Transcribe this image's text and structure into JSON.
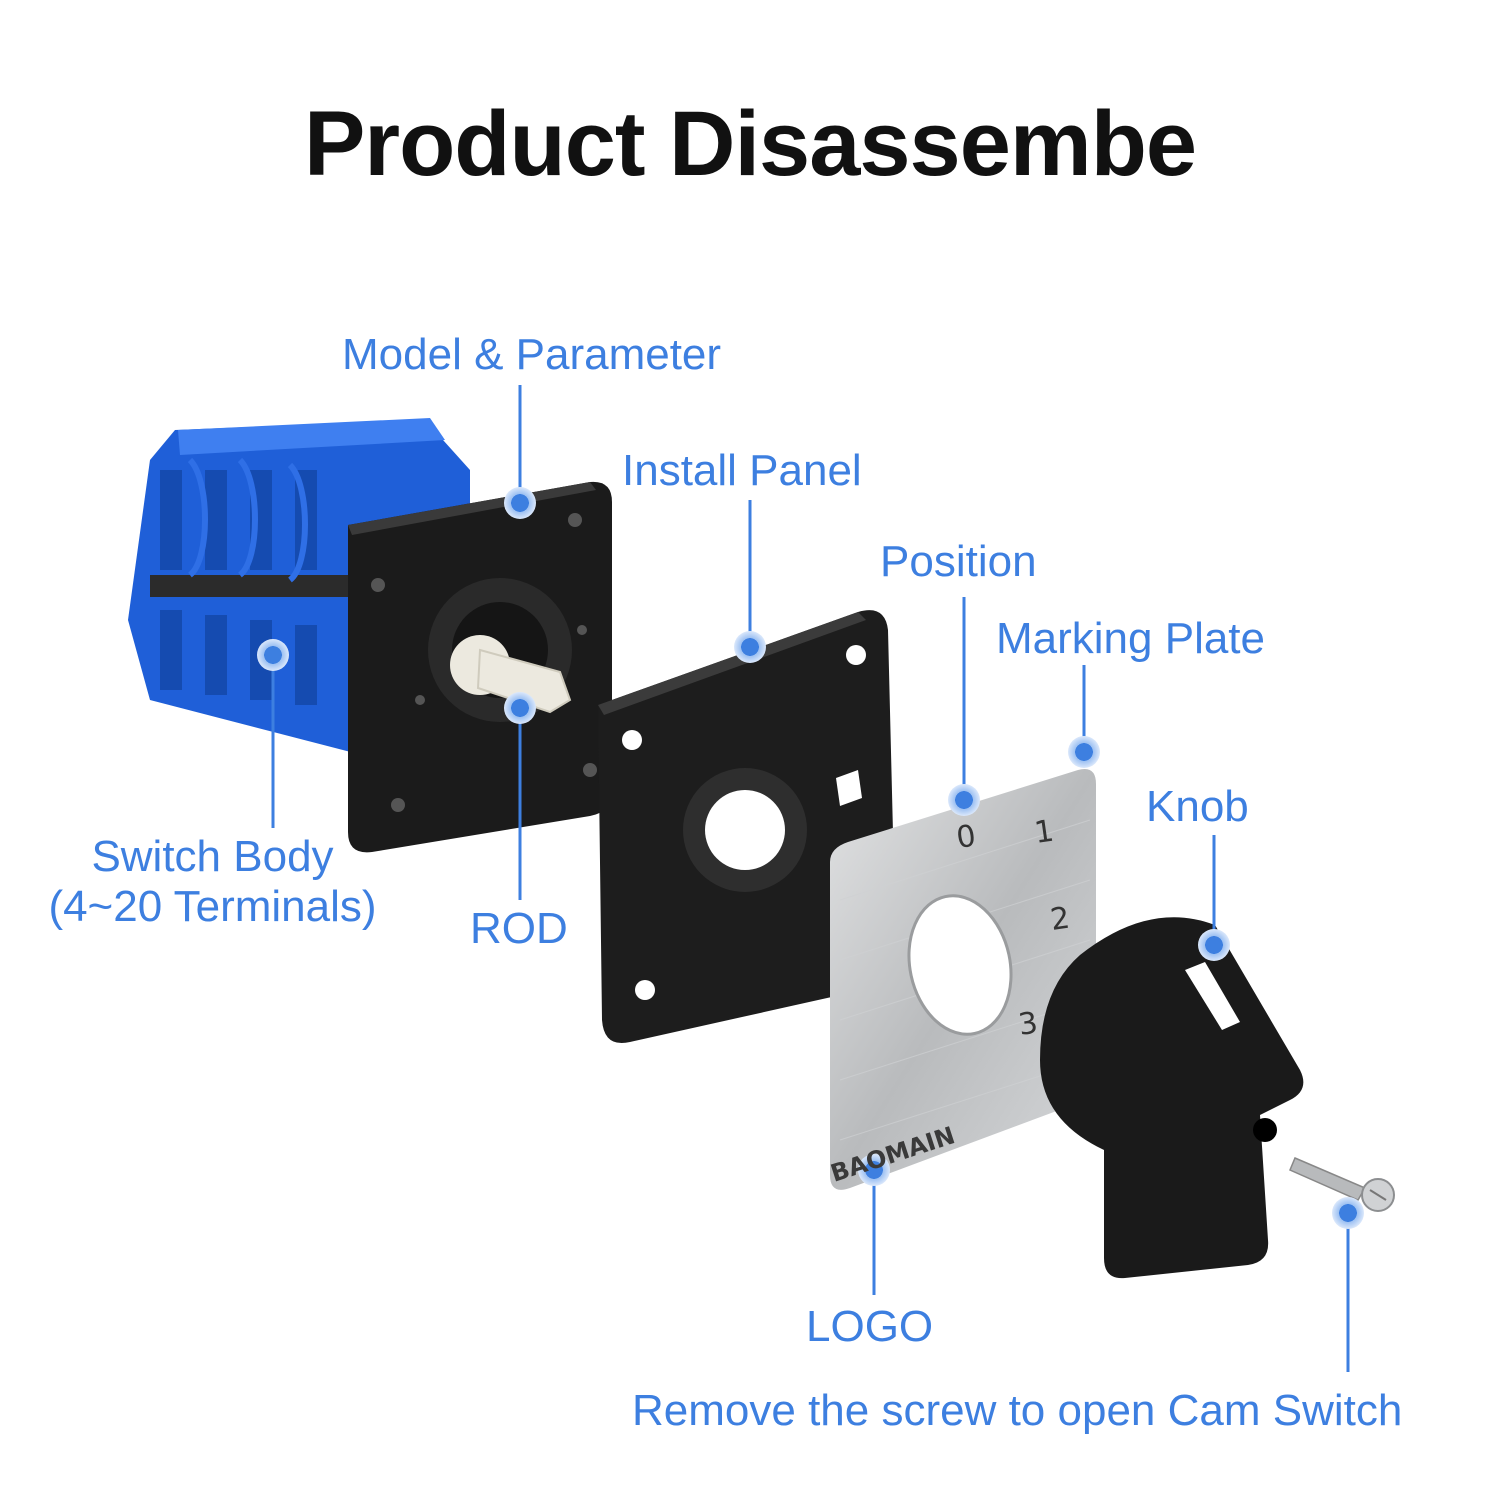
{
  "title": "Product Disassembe",
  "labels": {
    "model_parameter": "Model & Parameter",
    "install_panel": "Install Panel",
    "position": "Position",
    "marking_plate": "Marking Plate",
    "knob": "Knob",
    "switch_body_line1": "Switch Body",
    "switch_body_line2": "(4~20 Terminals)",
    "rod": "ROD",
    "logo": "LOGO",
    "screw_note": "Remove the screw to open Cam Switch"
  },
  "plate": {
    "positions": [
      "0",
      "1",
      "2",
      "3"
    ],
    "brand": "BAOMAIN"
  },
  "colors": {
    "accent": "#3d7fe0",
    "switch_body": "#1f5fd8",
    "panel": "#1a1a1a",
    "plate": "#c9cbcd"
  }
}
